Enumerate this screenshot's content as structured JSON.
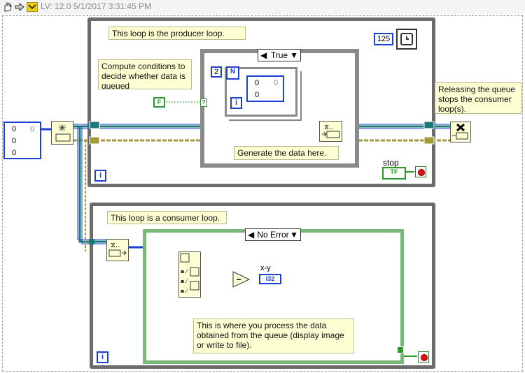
{
  "header": {
    "version_text": "LV: 12.0 5/1/2017 3:31:45 PM"
  },
  "producer": {
    "comment": "This loop is the producer loop.",
    "conditions_comment": "Compute conditions to decide whether data is queued",
    "generate_comment": "Generate the data here.",
    "case_selector": "True",
    "wait_ms": "125",
    "false_const": "F",
    "loop_count": "2",
    "n_label": "N",
    "array_values": [
      "0",
      "0"
    ],
    "array_index": "0",
    "stop_label": "stop",
    "stop_tf": "TF"
  },
  "queue_init": {
    "array_values": [
      "0",
      "0",
      "0"
    ],
    "array_index": "0"
  },
  "release": {
    "comment": "Releasing the queue stops the consumer loop(s)."
  },
  "consumer": {
    "comment": "This loop is a consumer loop.",
    "case_selector": "No Error",
    "indicator_label": "x-y",
    "indicator_type": "I32",
    "process_comment": "This is where you process the data obtained from the queue (display image or write to file)."
  },
  "icons": {
    "iteration": "i"
  },
  "colors": {
    "cluster_wire": "#a39a3c",
    "refnum_wire": "#1a7a78",
    "array_wire": "#1b3ed7",
    "bool_wire": "#2a9a2a",
    "case_struct_green": "#7ab87a"
  }
}
